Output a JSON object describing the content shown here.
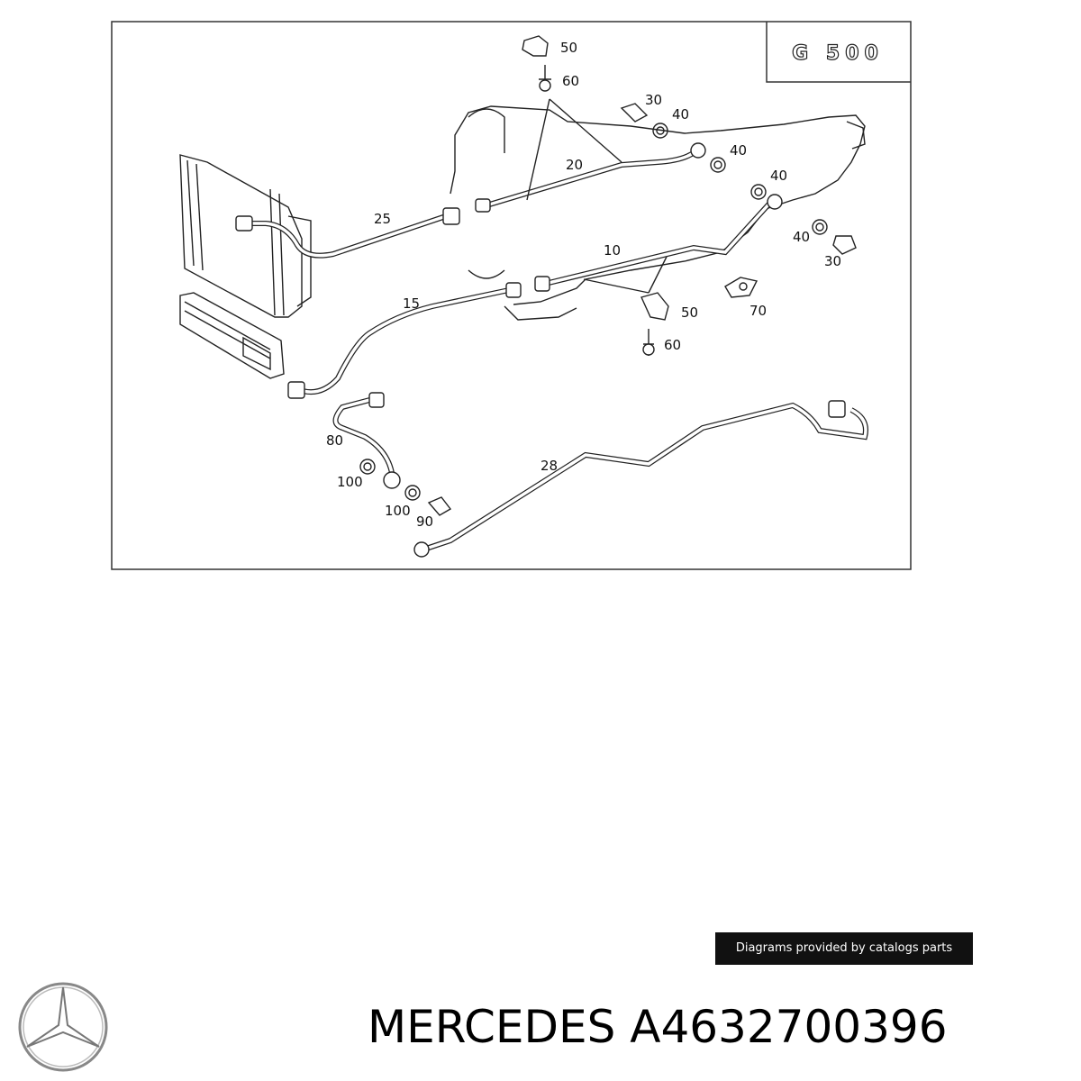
{
  "diagram": {
    "badge_text": "G 500",
    "labels": {
      "l50a": "50",
      "l60a": "60",
      "l30a": "30",
      "l40a": "40",
      "l40b": "40",
      "l40c": "40",
      "l20": "20",
      "l25": "25",
      "l10": "10",
      "l40d": "40",
      "l30b": "30",
      "l15": "15",
      "l50b": "50",
      "l70": "70",
      "l60b": "60",
      "l80": "80",
      "l28": "28",
      "l100a": "100",
      "l100b": "100",
      "l90": "90"
    }
  },
  "credit_text": "Diagrams provided by catalogs parts",
  "footer": {
    "brand": "MERCEDES",
    "part_number": "A4632700396"
  },
  "colors": {
    "line": "#222222",
    "frame": "#333333",
    "accent": "#000000"
  }
}
